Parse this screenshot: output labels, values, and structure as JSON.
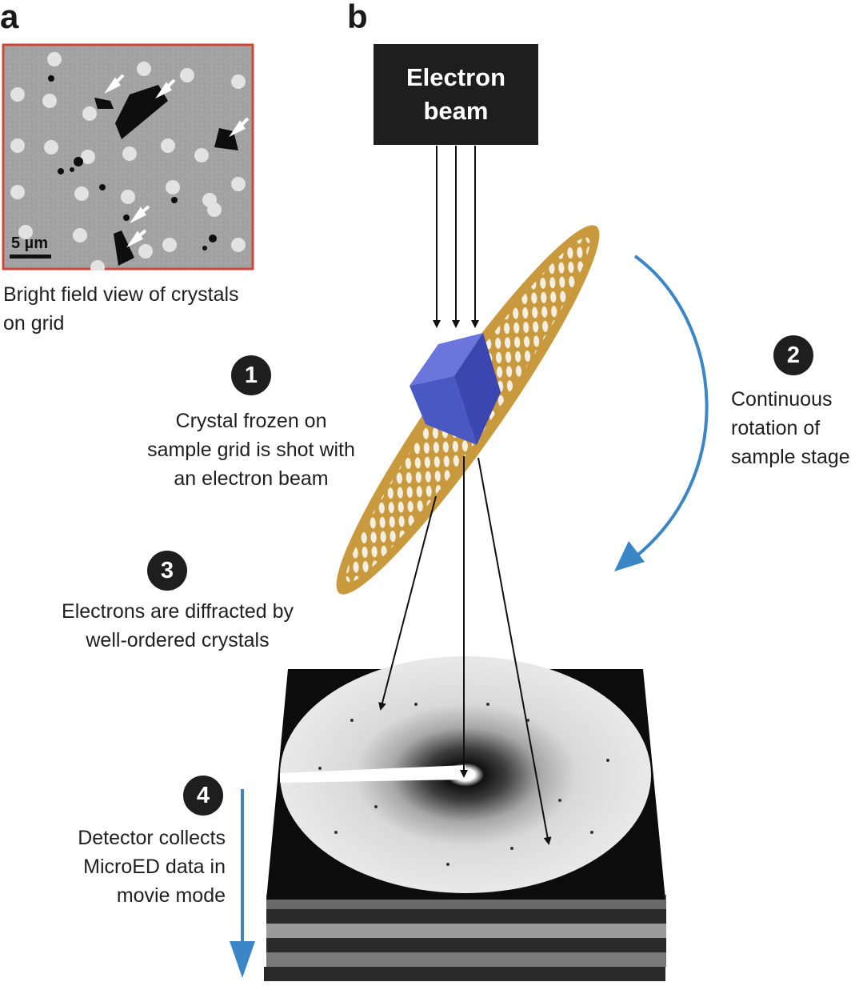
{
  "panels": {
    "a": {
      "letter": "a",
      "scale_bar": "5 µm",
      "caption_line1": "Bright field view of crystals",
      "caption_line2": "on grid"
    },
    "b": {
      "letter": "b",
      "beam_line1": "Electron",
      "beam_line2": "beam"
    }
  },
  "steps": [
    {
      "number": "1",
      "lines": [
        "Crystal frozen on",
        "sample grid is shot with",
        "an electron beam"
      ]
    },
    {
      "number": "2",
      "lines": [
        "Continuous",
        "rotation of",
        "sample stage"
      ]
    },
    {
      "number": "3",
      "lines": [
        "Electrons are diffracted by",
        "well-ordered crystals"
      ]
    },
    {
      "number": "4",
      "lines": [
        "Detector collects",
        "MicroED data in",
        "movie mode"
      ]
    }
  ],
  "colors": {
    "frame_red": "#d0463a",
    "grid_gold": "#c9993e",
    "crystal_blue": "#4a58c4",
    "arrow_blue": "#3a86c6",
    "badge_black": "#1e1e1e"
  }
}
